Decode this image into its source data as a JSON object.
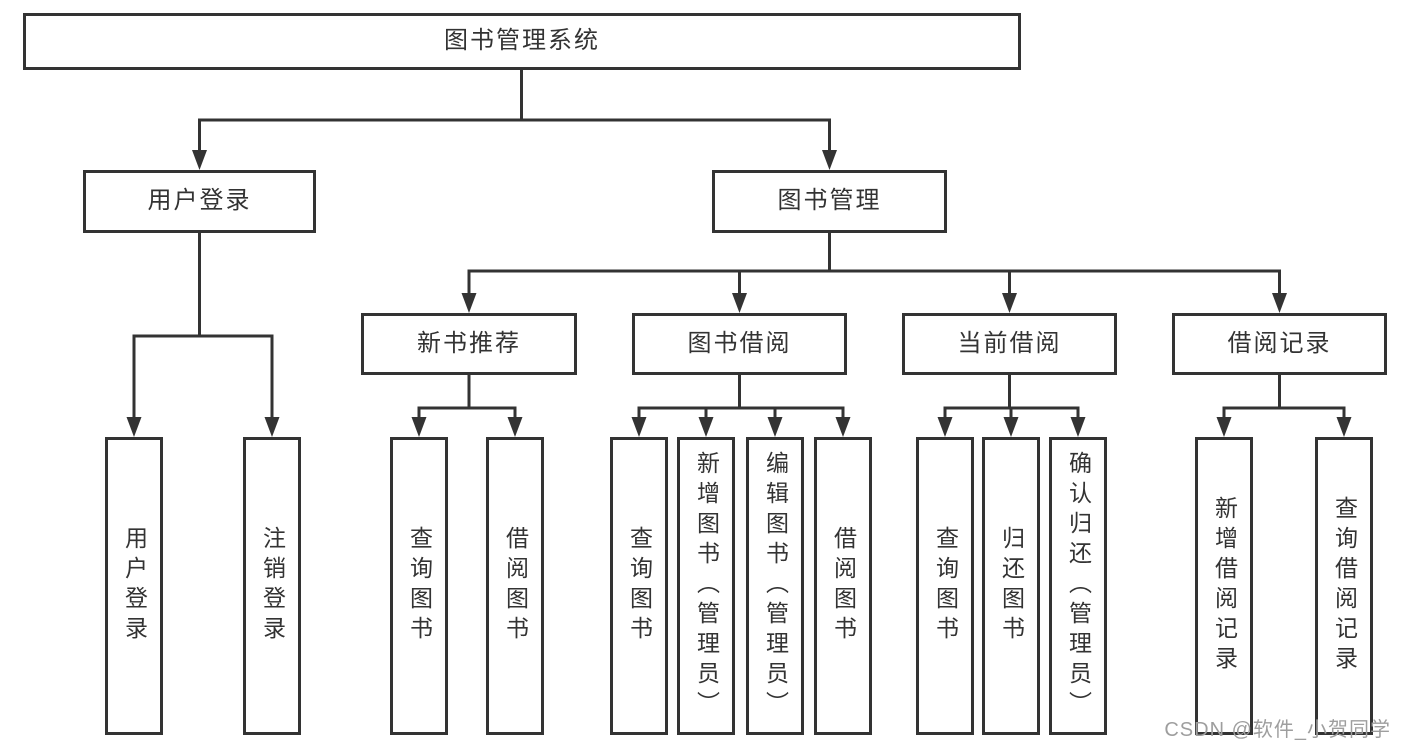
{
  "diagram": {
    "tree": {
      "label": "图书管理系统",
      "children": [
        {
          "label": "用户登录",
          "children": [
            {
              "label": "用户登录"
            },
            {
              "label": "注销登录"
            }
          ]
        },
        {
          "label": "图书管理",
          "children": [
            {
              "label": "新书推荐",
              "children": [
                {
                  "label": "查询图书"
                },
                {
                  "label": "借阅图书"
                }
              ]
            },
            {
              "label": "图书借阅",
              "children": [
                {
                  "label": "查询图书"
                },
                {
                  "label": "新增图书（管理员）"
                },
                {
                  "label": "编辑图书（管理员）"
                },
                {
                  "label": "借阅图书"
                }
              ]
            },
            {
              "label": "当前借阅",
              "children": [
                {
                  "label": "查询图书"
                },
                {
                  "label": "归还图书"
                },
                {
                  "label": "确认归还（管理员）"
                }
              ]
            },
            {
              "label": "借阅记录",
              "children": [
                {
                  "label": "新增借阅记录"
                },
                {
                  "label": "查询借阅记录"
                }
              ]
            }
          ]
        }
      ]
    },
    "watermark": "CSDN @软件_小贺同学",
    "colors": {
      "line": "#333333",
      "text": "#333333",
      "box_background": "#ffffff",
      "page_background": "#ffffff",
      "watermark": "#9e9e9e"
    }
  }
}
